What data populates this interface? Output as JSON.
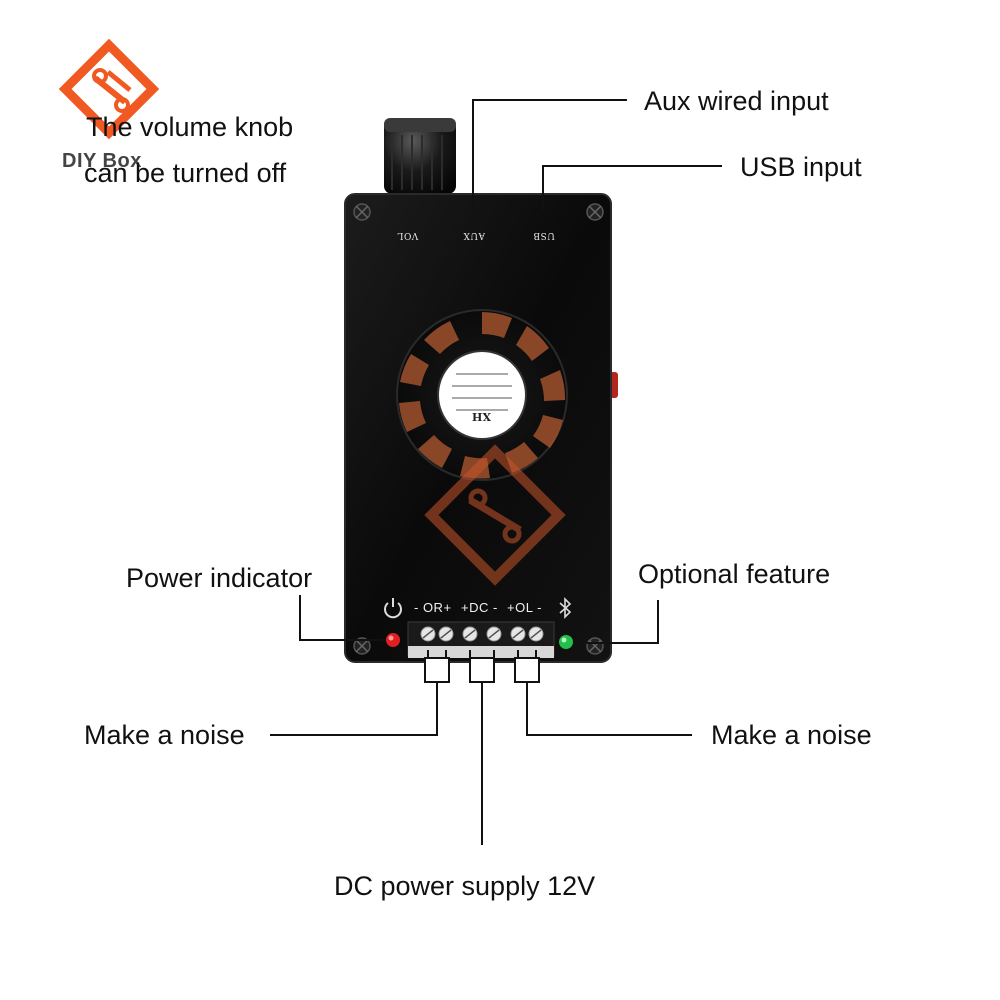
{
  "logo": {
    "text": "DIY Box",
    "color": "#f05a22"
  },
  "callouts": {
    "volume_line1": "The volume knob",
    "volume_line2": "can be turned off",
    "aux": "Aux wired input",
    "usb": "USB input",
    "power_indicator": "Power indicator",
    "optional_feature": "Optional feature",
    "noise_left": "Make a noise",
    "noise_right": "Make a noise",
    "dc_supply": "DC power supply 12V"
  },
  "panel": {
    "vol": "VOL",
    "aux": "AUX",
    "usb": "USB",
    "fan_brand": "XH",
    "term_or": "- OR+",
    "term_dc": "+DC -",
    "term_ol": "+OL -",
    "bluetooth_icon": "bluetooth-icon",
    "power_icon": "power-icon"
  },
  "colors": {
    "case": "#0b0b0b",
    "fan_accent": "#a0522d",
    "led_red": "#e02020",
    "led_green": "#22c04a",
    "line": "#111111"
  }
}
